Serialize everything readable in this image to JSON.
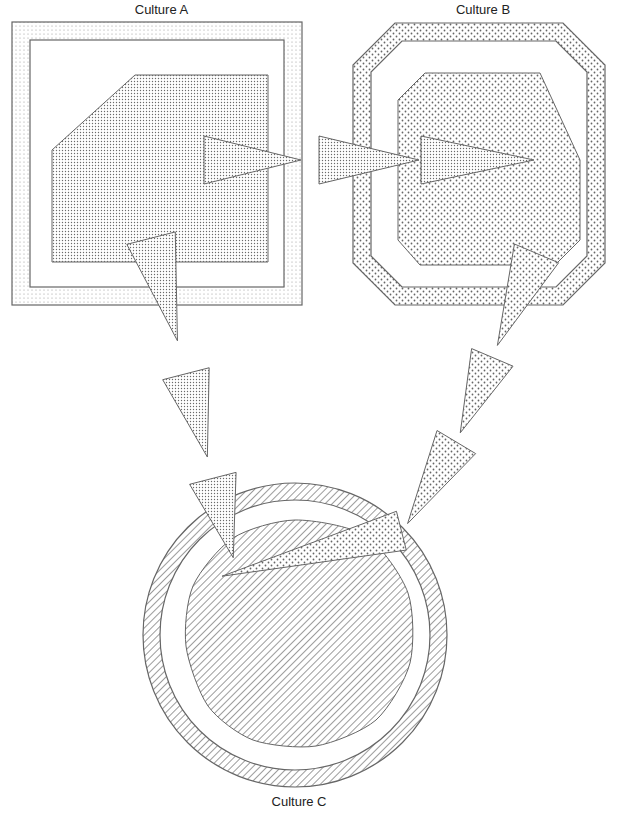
{
  "diagram": {
    "nodes": [
      {
        "text": [
          "Culture A"
        ]
      },
      {
        "text": [
          "Culture B"
        ]
      },
      {
        "text": [
          "Culture C"
        ]
      }
    ],
    "edges": [
      {
        "from": 0,
        "to": 1,
        "arrow": "to"
      },
      {
        "from": 0,
        "to": 2,
        "arrow": "to"
      },
      {
        "from": 1,
        "to": 2,
        "arrow": "to"
      }
    ]
  }
}
